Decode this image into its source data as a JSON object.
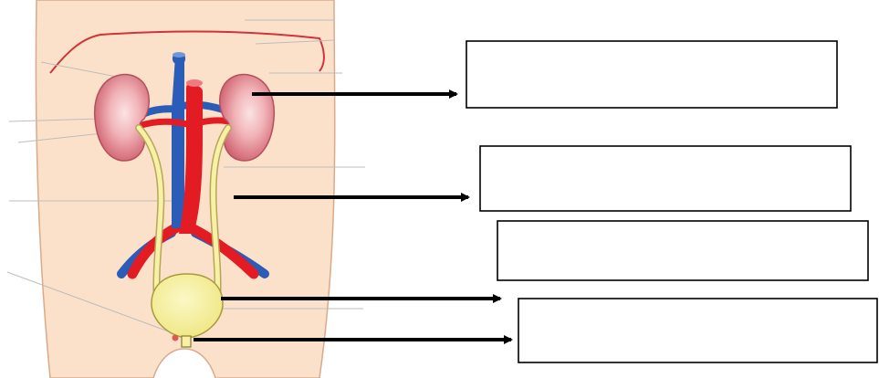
{
  "colors": {
    "background": "#ffffff",
    "skin": "#fbe1c9",
    "skin_outline": "#d9a98a",
    "kidney_outer": "#d4707c",
    "kidney_inner": "#f4c3c6",
    "artery": "#e31b23",
    "vein": "#2a5cb8",
    "ureter": "#f6f1a6",
    "bladder": "#f7f29c",
    "leader_line": "#bdbdbd",
    "arrow": "#000000",
    "box_border": "#000000"
  },
  "structures": [
    {
      "name": "kidney",
      "icon": "kidney-icon"
    },
    {
      "name": "ureter",
      "icon": "ureter-icon"
    },
    {
      "name": "bladder",
      "icon": "bladder-icon"
    },
    {
      "name": "urethra",
      "icon": "urethra-icon"
    },
    {
      "name": "aorta",
      "icon": "artery-icon"
    },
    {
      "name": "vena-cava",
      "icon": "vein-icon"
    }
  ],
  "label_boxes": [
    {
      "id": "kidney-box",
      "text": ""
    },
    {
      "id": "ureter-box",
      "text": ""
    },
    {
      "id": "blank-box",
      "text": ""
    },
    {
      "id": "urethra-box",
      "text": ""
    }
  ]
}
